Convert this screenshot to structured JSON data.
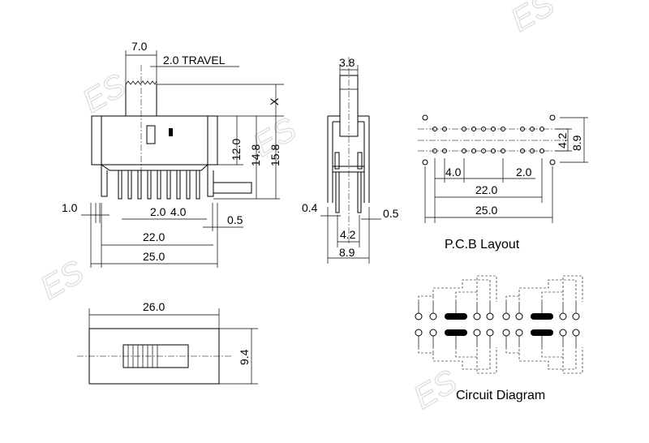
{
  "watermark": {
    "text": "ES"
  },
  "front_view": {
    "dims": {
      "width_top": "7.0",
      "travel": "2.0 TRAVEL",
      "x": "X",
      "h12": "12.0",
      "h148": "14.8",
      "h158": "15.8",
      "pin_w": "1.0",
      "pitch": "2.0",
      "gap": "4.0",
      "pin_t": "0.5",
      "span22": "22.0",
      "span25": "25.0"
    }
  },
  "side_view": {
    "dims": {
      "knob_w": "3.8",
      "pin_t": "0.4",
      "pin_t2": "0.5",
      "row": "4.2",
      "body_w": "8.9"
    }
  },
  "top_view": {
    "dims": {
      "length": "26.0",
      "width": "9.4"
    }
  },
  "pcb": {
    "title": "P.C.B Layout",
    "dims": {
      "h42": "4.2",
      "h89": "8.9",
      "gap": "4.0",
      "pitch": "2.0",
      "span22": "22.0",
      "span25": "25.0"
    }
  },
  "circuit": {
    "title": "Circuit Diagram"
  }
}
